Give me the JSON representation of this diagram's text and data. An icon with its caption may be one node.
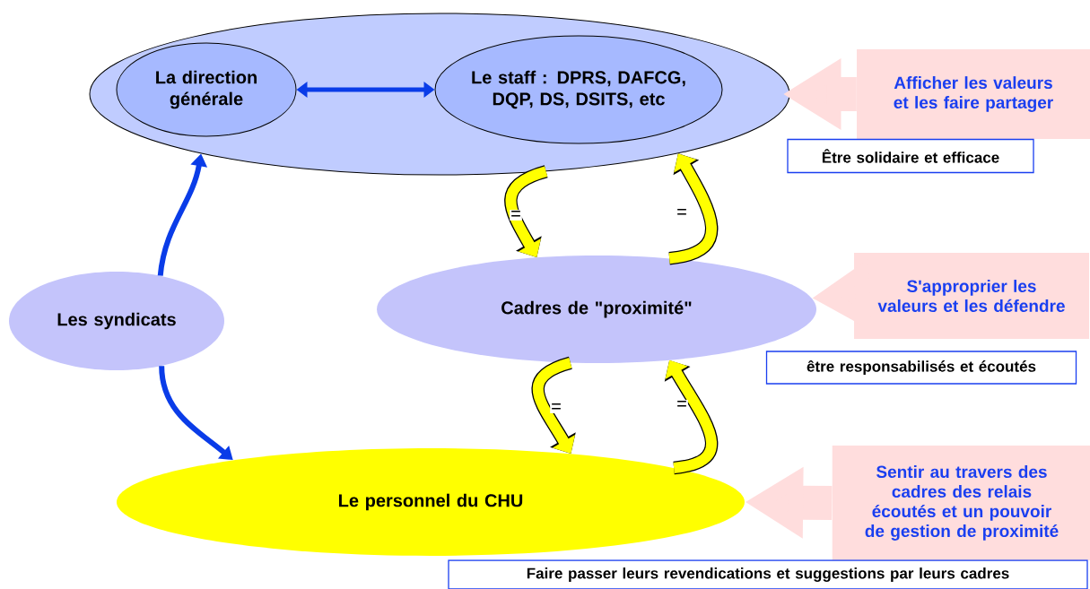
{
  "diagram": {
    "nodes": [
      {
        "text": [],
        "shape": "ellipse"
      },
      {
        "text": [
          "La direction générale"
        ],
        "in": 0
      },
      {
        "text": [
          "Le staff : DPRS, DAFCG, DQP, DS, DSITS, etc"
        ],
        "in": 0
      },
      {
        "text": [
          "Les syndicats"
        ]
      },
      {
        "text": [
          "Cadres de \"proximité\""
        ]
      },
      {
        "text": [
          "Le personnel du CHU"
        ]
      },
      {
        "text": [
          "Afficher les valeurs et les faire partager"
        ]
      },
      {
        "text": [
          "Être solidaire et efficace"
        ]
      },
      {
        "text": [
          "S'approprier les valeurs et les défendre"
        ]
      },
      {
        "text": [
          "être responsabilisés et écoutés"
        ]
      },
      {
        "text": [
          "Sentir au travers des cadres des relais écoutés et un pouvoir de gestion de proximité"
        ]
      },
      {
        "text": [
          "Faire passer leurs revendications et suggestions par leurs cadres"
        ]
      }
    ],
    "edges": [
      {
        "from": 1,
        "to": 2,
        "arrow": "both",
        "color": "#0a3ce8"
      },
      {
        "from": 3,
        "to": 0,
        "arrow": "to",
        "color": "#0a3ce8"
      },
      {
        "from": 3,
        "to": 5,
        "arrow": "to",
        "color": "#0a3ce8"
      },
      {
        "from": 0,
        "to": 4,
        "arrow": "to",
        "label": "="
      },
      {
        "from": 4,
        "to": 0,
        "arrow": "to",
        "label": "="
      },
      {
        "from": 4,
        "to": 5,
        "arrow": "to",
        "label": "="
      },
      {
        "from": 5,
        "to": 4,
        "arrow": "to",
        "label": "="
      },
      {
        "from": 6,
        "to": 0,
        "arrow": "to",
        "style": "thick",
        "color": "#ffdddd"
      },
      {
        "from": 8,
        "to": 4,
        "arrow": "to",
        "style": "thick",
        "color": "#ffdddd"
      },
      {
        "from": 10,
        "to": 5,
        "arrow": "to",
        "style": "thick",
        "color": "#ffdddd"
      }
    ]
  }
}
